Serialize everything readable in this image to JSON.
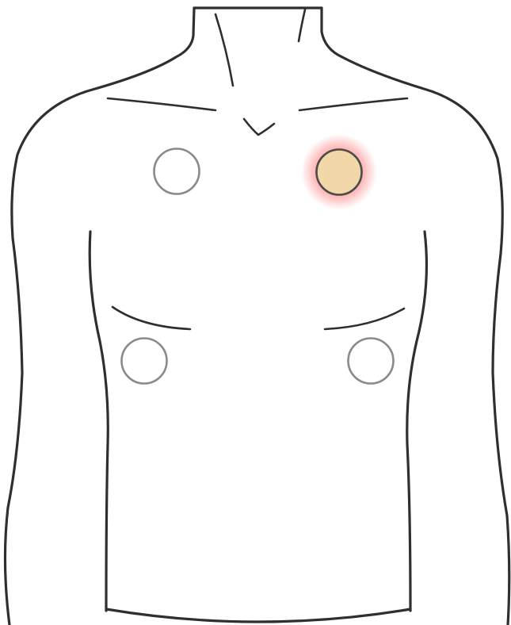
{
  "colors": {
    "background": "#ffffff",
    "body_outline": "#2f2f2f",
    "electrode_outline_inactive": "#8a8a8a",
    "electrode_fill_inactive": "#ffffff",
    "electrode_outline_active": "#4a4a4a",
    "electrode_fill_active": "#f2d7a8",
    "active_glow": "#ff3b3b"
  },
  "electrodes": [
    {
      "id": "right-upper-chest",
      "state": "inactive"
    },
    {
      "id": "left-upper-chest",
      "state": "active"
    },
    {
      "id": "right-lower-abdomen",
      "state": "inactive"
    },
    {
      "id": "left-lower-abdomen",
      "state": "inactive"
    }
  ]
}
